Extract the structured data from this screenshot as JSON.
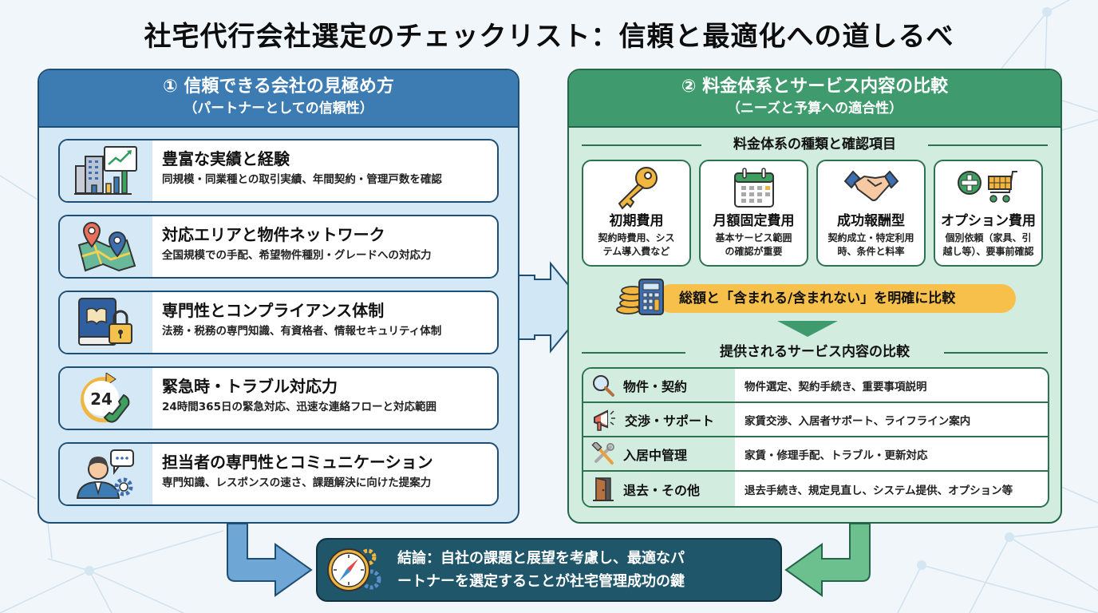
{
  "title": "社宅代行会社選定のチェックリスト：信頼と最適化への道しるべ",
  "left_panel": {
    "heading": "① 信頼できる会社の見極め方",
    "subheading": "（パートナーとしての信頼性）",
    "items": [
      {
        "icon": "building-chart-icon",
        "title": "豊富な実績と経験",
        "desc": "同規模・同業種との取引実績、年間契約・管理戸数を確認"
      },
      {
        "icon": "map-pins-icon",
        "title": "対応エリアと物件ネットワーク",
        "desc": "全国規模での手配、希望物件種別・グレードへの対応力"
      },
      {
        "icon": "book-lock-icon",
        "title": "専門性とコンプライアンス体制",
        "desc": "法務・税務の専門知識、有資格者、情報セキュリティ体制"
      },
      {
        "icon": "24h-phone-icon",
        "title": "緊急時・トラブル対応力",
        "desc": "24時間365日の緊急対応、迅速な連絡フローと対応範囲"
      },
      {
        "icon": "person-chat-gear-icon",
        "title": "担当者の専門性とコミュニケーション",
        "desc": "専門知識、レスポンスの速さ、課題解決に向けた提案力"
      }
    ]
  },
  "right_panel": {
    "heading": "② 料金体系とサービス内容の比較",
    "subheading": "（ニーズと予算への適合性）",
    "fee_section_title": "料金体系の種類と確認項目",
    "fees": [
      {
        "icon": "key-icon",
        "name": "初期費用",
        "desc_line1": "契約時費用、シス",
        "desc_line2": "テム導入費など"
      },
      {
        "icon": "calendar-icon",
        "name": "月額固定費用",
        "desc_line1": "基本サービス範囲",
        "desc_line2": "の確認が重要"
      },
      {
        "icon": "handshake-icon",
        "name": "成功報酬型",
        "desc_line1": "契約成立・特定利用",
        "desc_line2": "時、条件と料率"
      },
      {
        "icon": "plus-cart-icon",
        "name": "オプション費用",
        "desc_line1": "個別依頼（家具、引",
        "desc_line2": "越し等）、要事前確認"
      }
    ],
    "total_note": "総額と「含まれる/含まれない」を明確に比較",
    "service_section_title": "提供されるサービス内容の比較",
    "services": [
      {
        "icon": "magnifier-icon",
        "category": "物件・契約",
        "detail": "物件選定、契約手続き、重要事項説明"
      },
      {
        "icon": "megaphone-icon",
        "category": "交渉・サポート",
        "detail": "家賃交渉、入居者サポート、ライフライン案内"
      },
      {
        "icon": "tools-icon",
        "category": "入居中管理",
        "detail": "家賃・修理手配、トラブル・更新対応"
      },
      {
        "icon": "door-icon",
        "category": "退去・その他",
        "detail": "退去手続き、規定見直し、システム提供、オプション等"
      }
    ]
  },
  "conclusion": {
    "icon": "compass-gears-icon",
    "line1": "結論：自社の課題と展望を考慮し、最適なパ",
    "line2": "ートナーを選定することが社宅管理成功の鍵"
  },
  "colors": {
    "left_accent": "#3d7cb3",
    "right_accent": "#3f9a6d",
    "conclusion_bg": "#1f566a",
    "highlight": "#f7c04a"
  }
}
